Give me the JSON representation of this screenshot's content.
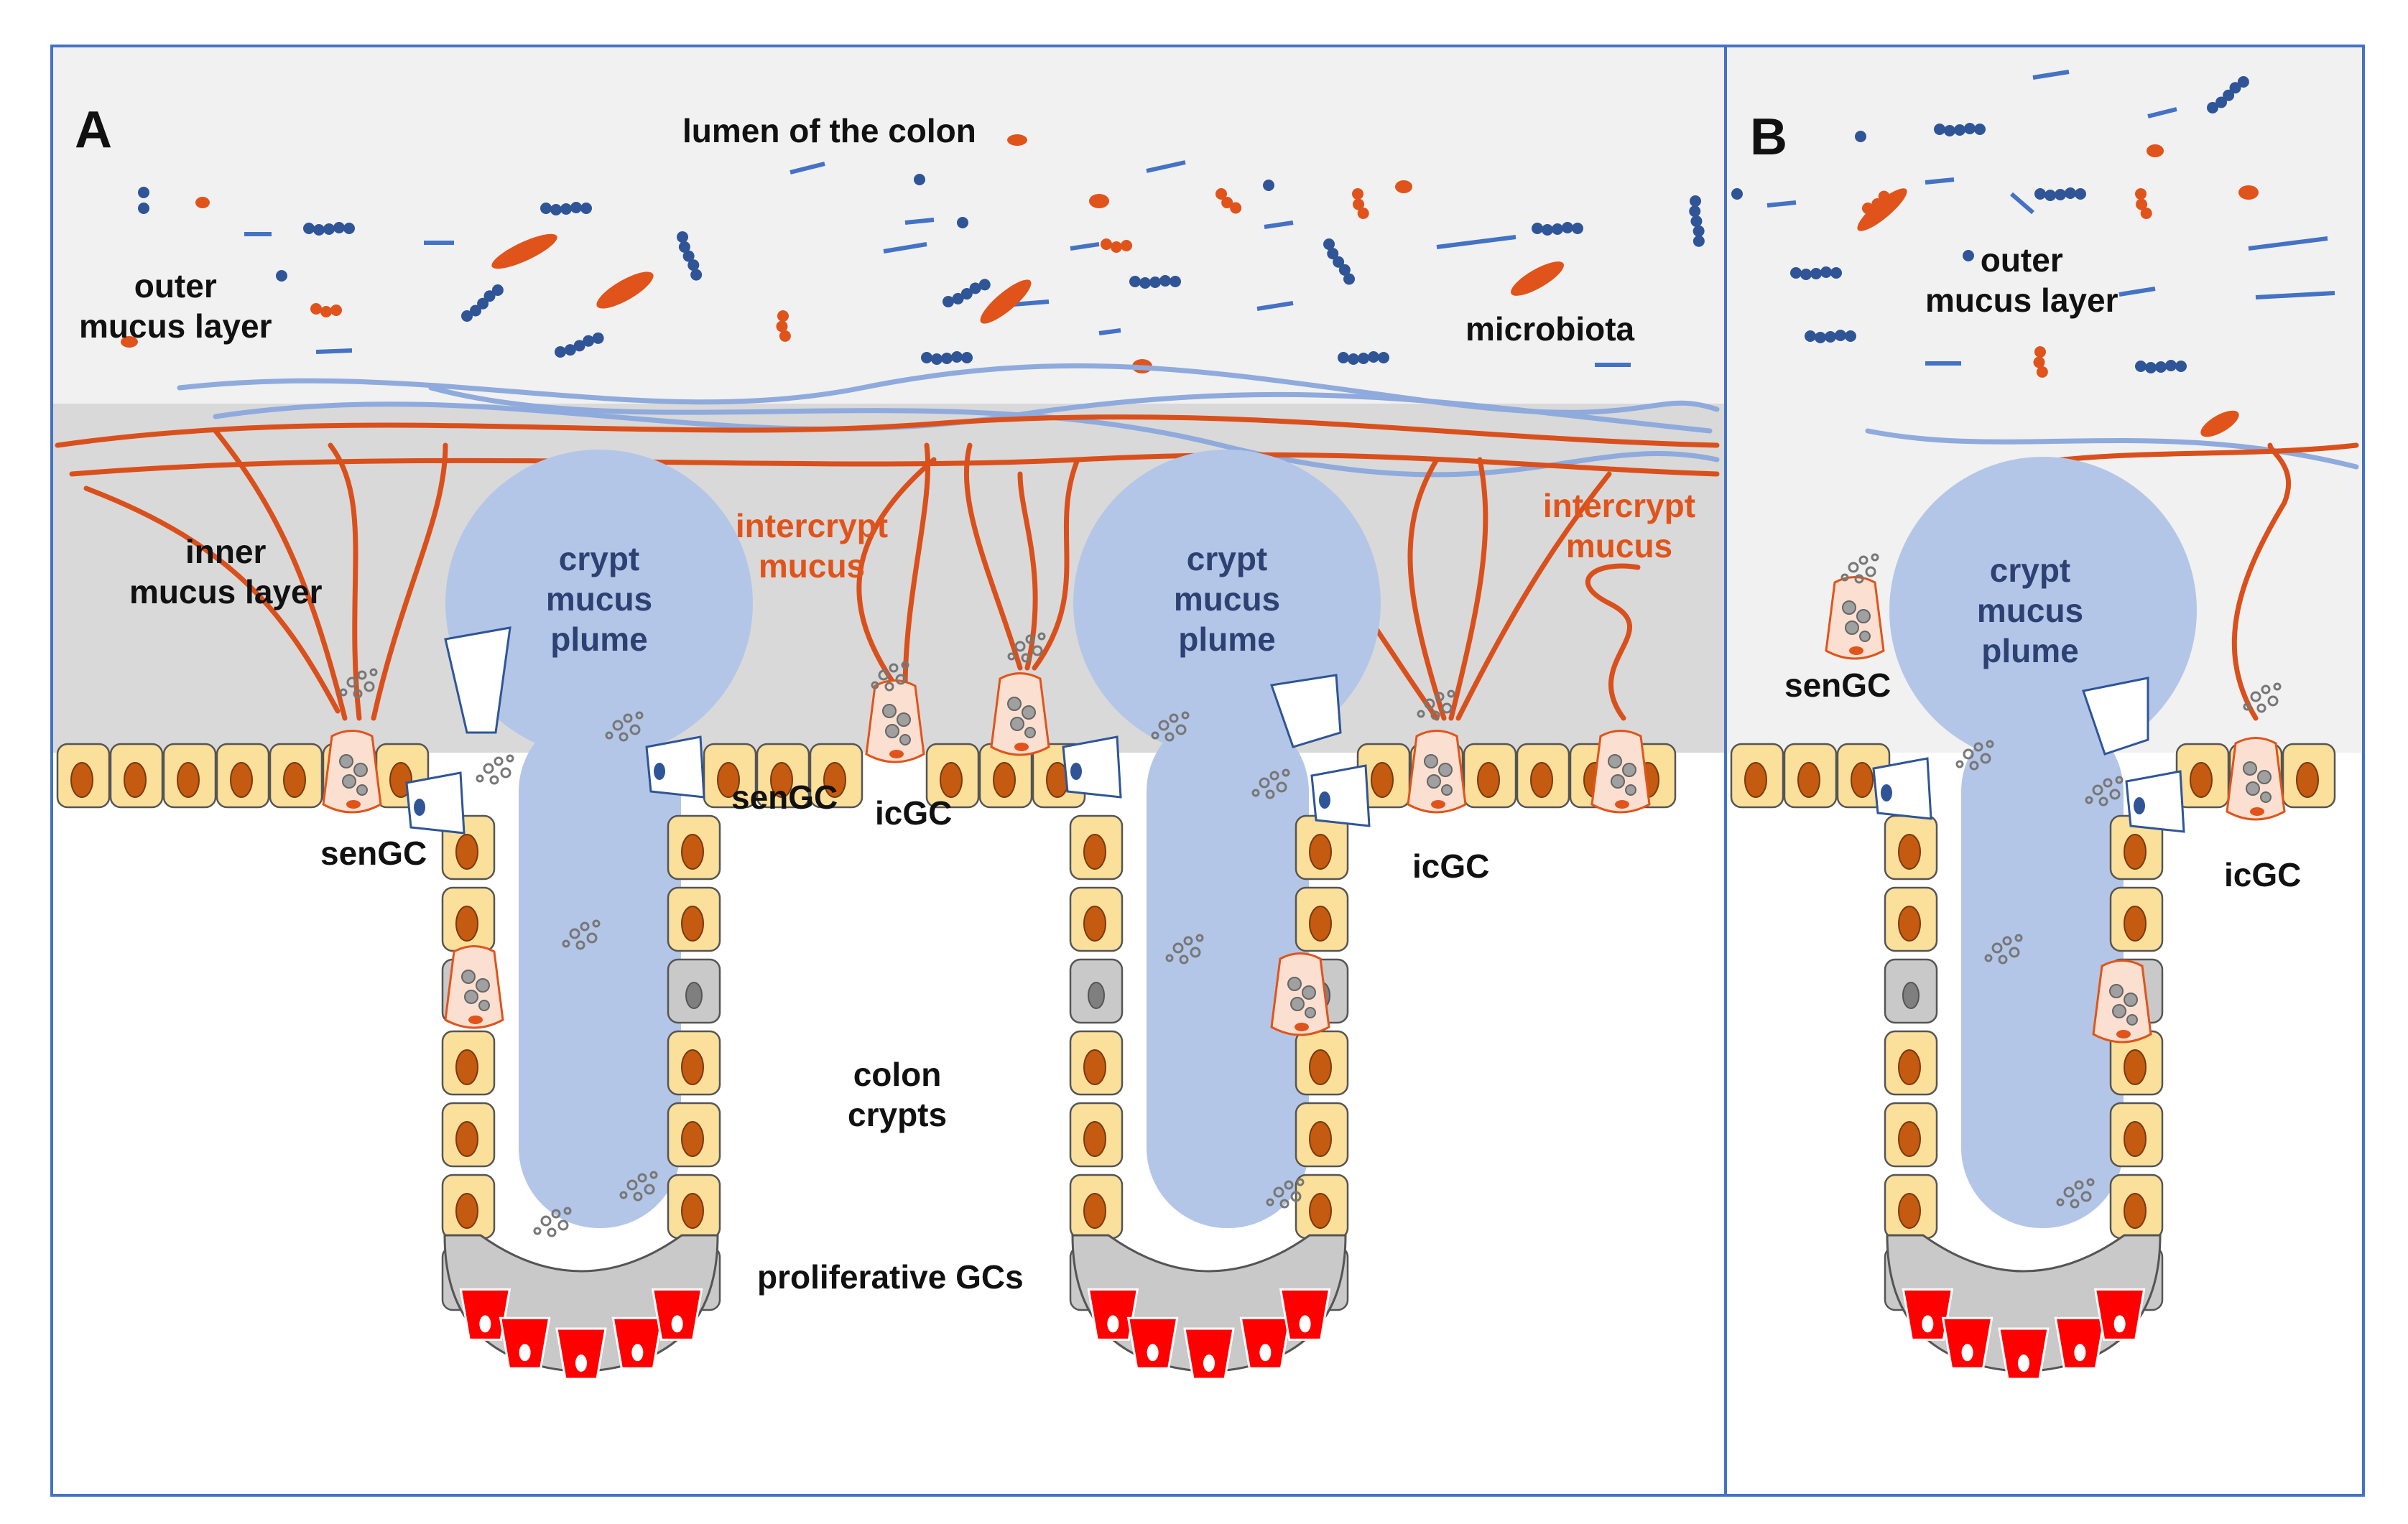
{
  "panels": {
    "a": {
      "letter": "A",
      "lumen": "lumen of the colon",
      "outer_line1": "outer",
      "outer_line2": "mucus layer",
      "microbiota": "microbiota",
      "inner_line1": "inner",
      "inner_line2": "mucus layer",
      "plume_left": [
        "crypt",
        "mucus",
        "plume"
      ],
      "plume_right": [
        "crypt",
        "mucus",
        "plume"
      ],
      "intercrypt_left": [
        "intercrypt",
        "mucus"
      ],
      "intercrypt_right": [
        "intercrypt",
        "mucus"
      ],
      "sengc_left": "senGC",
      "sengc_mid": "senGC",
      "icgc_mid": "icGC",
      "icgc_right": "icGC",
      "crypts_line1": "colon",
      "crypts_line2": "crypts",
      "proliferative": "proliferative GCs"
    },
    "b": {
      "letter": "B",
      "outer_line1": "outer",
      "outer_line2": "mucus layer",
      "plume": [
        "crypt",
        "mucus",
        "plume"
      ],
      "sengc": "senGC",
      "icgc": "icGC"
    }
  },
  "colors": {
    "lumen_bg": "#f1f1f1",
    "inner_mucus": "#d9d9d9",
    "plume": "#b4c6e7",
    "epithelial_cell": "#fbe09b",
    "nucleus": "#c55a11",
    "gc_cell": "#fbe0d2",
    "proliferative": "#ff0000",
    "microbe_blue": "#2f5597",
    "microbe_orange": "#e0541b",
    "mucus_strand_orange": "#d9501c",
    "mucus_strand_blue": "#8faadc",
    "frame": "#4472c4"
  }
}
